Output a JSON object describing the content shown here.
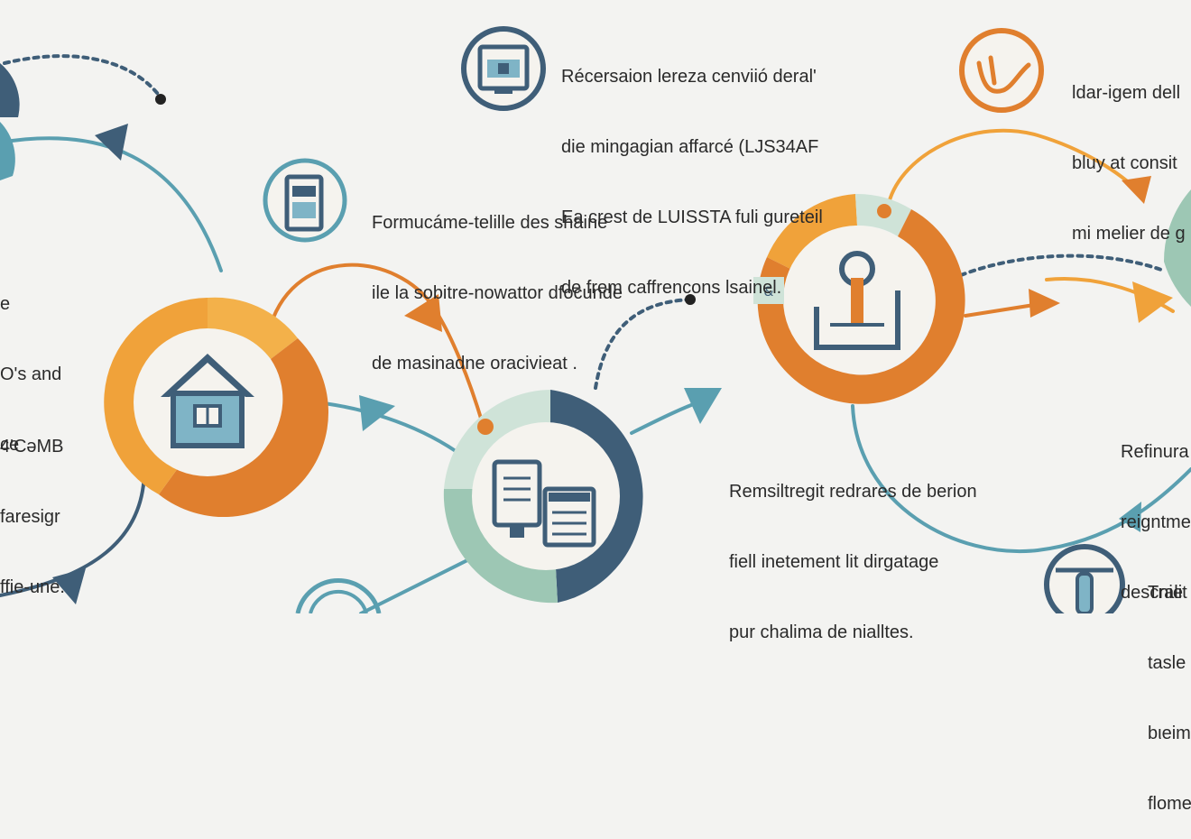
{
  "colors": {
    "orange": "#f0a23a",
    "dark_orange": "#e07f2e",
    "teal": "#5a9fb0",
    "navy": "#3f5e78",
    "sage": "#9dc7b4",
    "light_sage": "#cfe3d8"
  },
  "icons": {
    "house": "house-icon",
    "documents": "document-icon",
    "person_chart": "person-chart-icon",
    "monitor": "monitor-icon",
    "tablet": "tablet-icon",
    "hand": "hand-icon",
    "badge": "badge-icon"
  },
  "blocks": {
    "top_center": {
      "lines": [
        "Récersaion lereza cenviió deral'",
        "die mingagian affarcé (LJS34AF",
        "Ea crest de LUISSTA fuli gureteil",
        "de frem caffrencons lsainel."
      ]
    },
    "top_right": {
      "lines": [
        "ldar-igem dell",
        "bluy at consit",
        "mi melier de g"
      ]
    },
    "mid_center": {
      "lines": [
        "Formucáme-telille des shaine",
        "ile la sobitre-nowattor dfocunde",
        "de masinadne oracivieat ."
      ]
    },
    "left_upper": {
      "lines": [
        "e",
        "O's and",
        "ce"
      ]
    },
    "left_lower": {
      "lines": [
        "4ʹCəMB",
        "faresigr",
        "ffie-une."
      ]
    },
    "bottom_center": {
      "lines": [
        "Remsiltregit redrares de berion",
        "fiell inetement lit dirgatage",
        "pur chalima de nialltes."
      ]
    },
    "right_mid": {
      "lines": [
        "Refinura",
        "reigntmer",
        "descnie"
      ]
    },
    "right_bottom": {
      "lines": [
        "Tralit",
        "tasle",
        "bιeim",
        "flome"
      ]
    }
  }
}
